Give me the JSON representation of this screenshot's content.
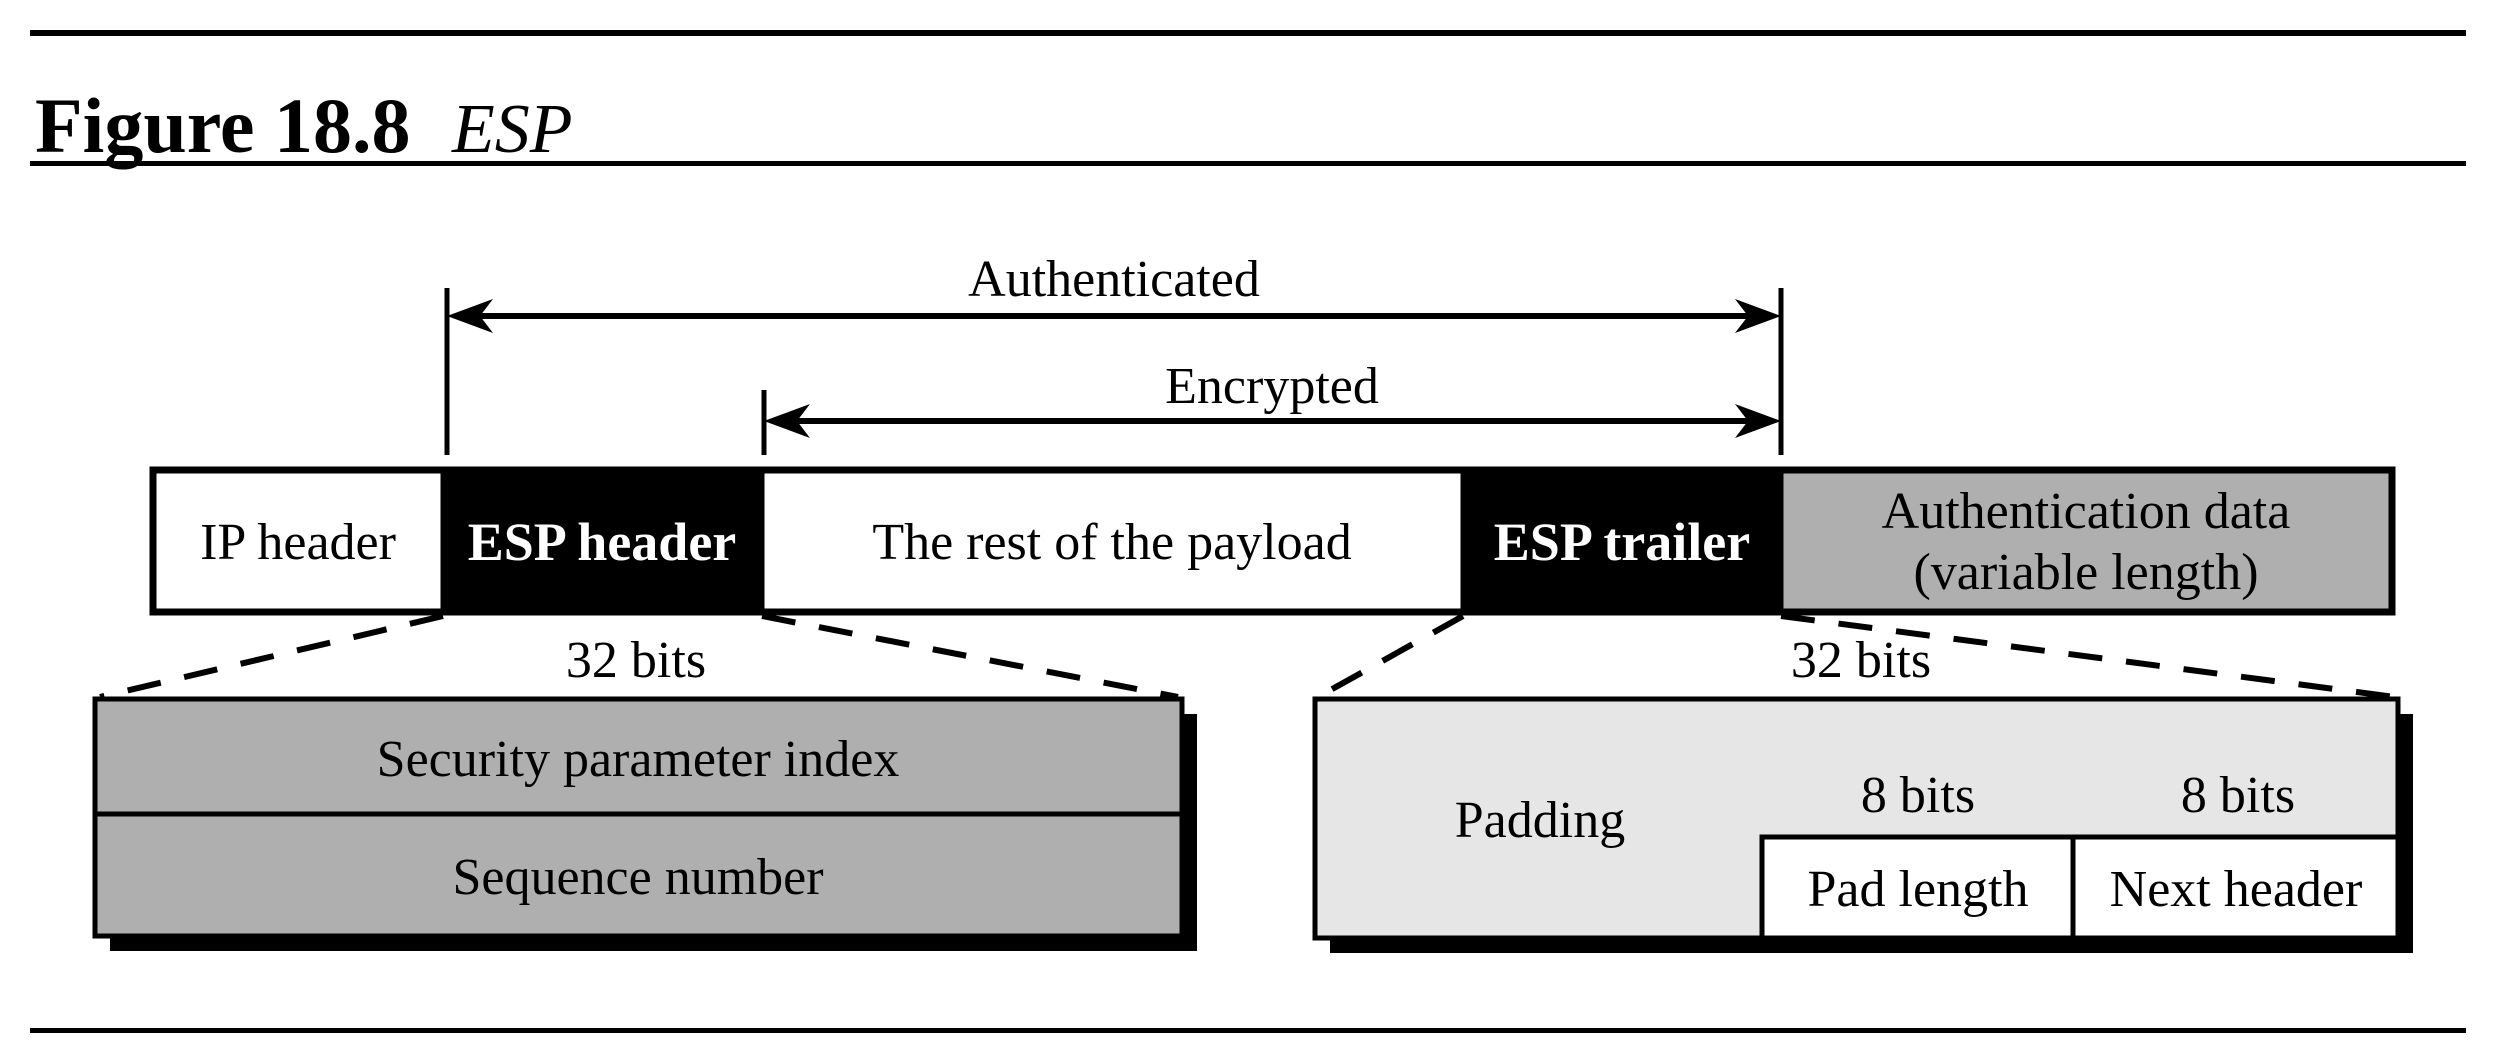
{
  "figure": {
    "label": "Figure 18.8",
    "caption": "ESP"
  },
  "annotations": {
    "authenticated": "Authenticated",
    "encrypted": "Encrypted"
  },
  "packet_row": {
    "cells": [
      {
        "label": "IP header",
        "style": "white"
      },
      {
        "label": "ESP header",
        "style": "black"
      },
      {
        "label": "The rest of the payload",
        "style": "white"
      },
      {
        "label": "ESP trailer",
        "style": "black"
      },
      {
        "label": "Authentication data",
        "label2": "(variable length)",
        "style": "gray"
      }
    ]
  },
  "esp_header_detail": {
    "bits_label": "32 bits",
    "rows": [
      {
        "label": "Security parameter index"
      },
      {
        "label": "Sequence number"
      }
    ]
  },
  "esp_trailer_detail": {
    "bits_label": "32 bits",
    "padding_label": "Padding",
    "pad_length": {
      "bits": "8 bits",
      "label": "Pad length"
    },
    "next_header": {
      "bits": "8 bits",
      "label": "Next header"
    }
  },
  "colors": {
    "black": "#000000",
    "white": "#ffffff",
    "medium_gray": "#afafaf",
    "light_gray": "#e6e6e6"
  }
}
